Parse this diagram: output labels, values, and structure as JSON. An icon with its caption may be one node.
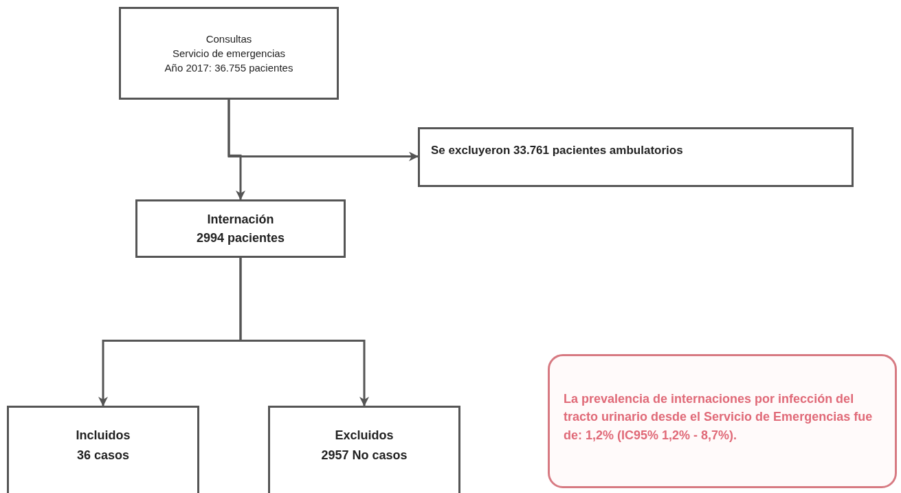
{
  "diagram": {
    "nodes": [
      {
        "text": [
          "Consultas",
          "Servicio de emergencias",
          "Año 2017: 36.755 pacientes"
        ]
      },
      {
        "text": [
          "Se excluyeron 33.761 pacientes ambulatorios"
        ]
      },
      {
        "text": [
          "Internación",
          "2994 pacientes"
        ]
      },
      {
        "text": [
          "Incluidos",
          "36 casos"
        ]
      },
      {
        "text": [
          "Excluidos",
          "2957 No casos"
        ]
      },
      {
        "text": [
          "La prevalencia de internaciones por infección del tracto urinario desde el Servicio de Emergencias fue de: 1,2% (IC95% 1,2% - 8,7%)."
        ]
      }
    ],
    "edges": [
      {
        "from": 0,
        "to": 2,
        "arrow": "to"
      },
      {
        "from": 0,
        "to": 1,
        "arrow": "to"
      },
      {
        "from": 2,
        "to": 3,
        "arrow": "to"
      },
      {
        "from": 2,
        "to": 4,
        "arrow": "to"
      }
    ]
  }
}
